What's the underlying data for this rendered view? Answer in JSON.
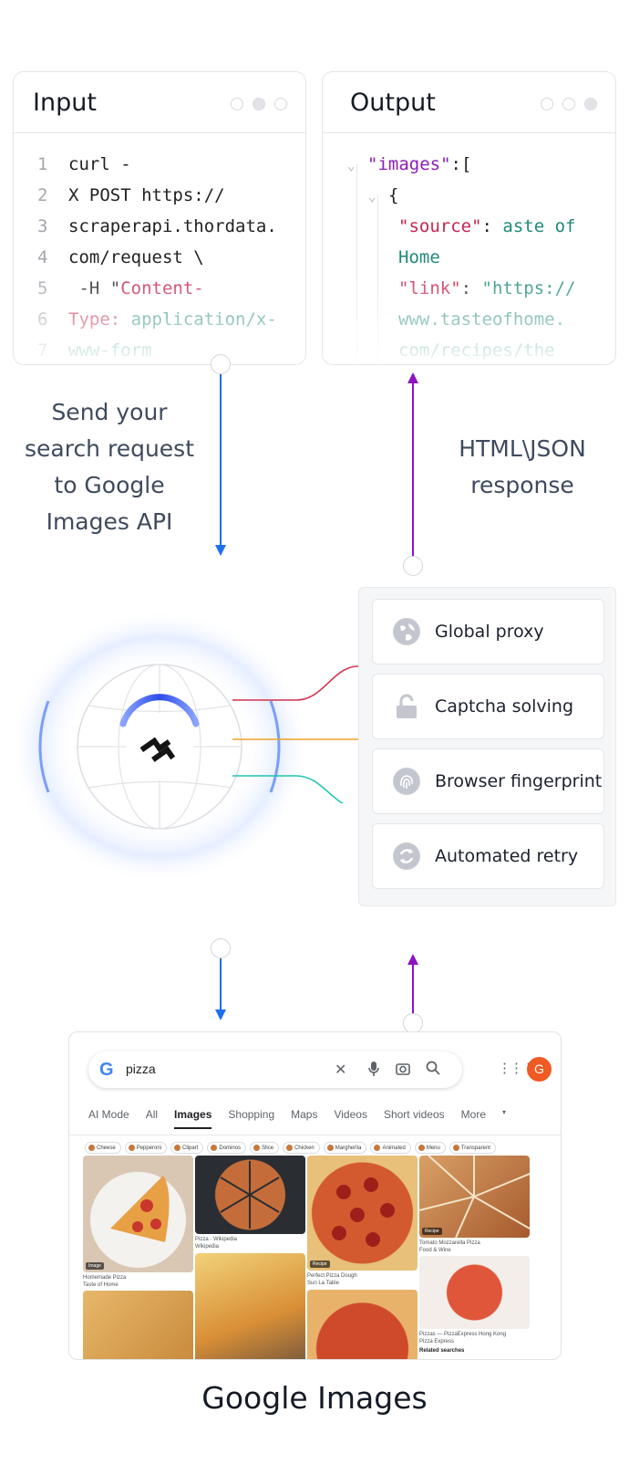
{
  "input_panel": {
    "title": "Input",
    "lines": [
      {
        "n": "1",
        "parts": [
          {
            "t": "curl -",
            "c": "plain"
          }
        ]
      },
      {
        "n": "2",
        "parts": [
          {
            "t": "X POST https://",
            "c": "plain"
          }
        ]
      },
      {
        "n": "3",
        "parts": [
          {
            "t": "scraperapi.thordata.",
            "c": "plain"
          }
        ]
      },
      {
        "n": "4",
        "parts": [
          {
            "t": "com/request \\",
            "c": "plain"
          }
        ]
      },
      {
        "n": "5",
        "parts": [
          {
            "t": " -H \"",
            "c": "plain"
          },
          {
            "t": "Content-",
            "c": "red"
          }
        ]
      },
      {
        "n": "6",
        "parts": [
          {
            "t": "Type: ",
            "c": "red"
          },
          {
            "t": "application/x-",
            "c": "teal"
          }
        ]
      },
      {
        "n": "7",
        "parts": [
          {
            "t": "www-form",
            "c": "teal"
          }
        ]
      }
    ]
  },
  "output_panel": {
    "title": "Output",
    "lines": [
      {
        "indent": 0,
        "chev": true,
        "parts": [
          {
            "t": "\"images\"",
            "c": "purple"
          },
          {
            "t": ":[",
            "c": "plain"
          }
        ]
      },
      {
        "indent": 1,
        "chev": true,
        "parts": [
          {
            "t": "{",
            "c": "plain"
          }
        ]
      },
      {
        "indent": 2,
        "chev": false,
        "parts": [
          {
            "t": "\"source\"",
            "c": "red"
          },
          {
            "t": ": ",
            "c": "plain"
          },
          {
            "t": "aste of",
            "c": "teal"
          }
        ]
      },
      {
        "indent": 2,
        "chev": false,
        "parts": [
          {
            "t": "Home",
            "c": "teal"
          }
        ]
      },
      {
        "indent": 2,
        "chev": false,
        "parts": [
          {
            "t": "\"link\"",
            "c": "red"
          },
          {
            "t": ": ",
            "c": "plain"
          },
          {
            "t": "\"https://",
            "c": "teal"
          }
        ]
      },
      {
        "indent": 2,
        "chev": false,
        "parts": [
          {
            "t": "www.tasteofhome.",
            "c": "teal"
          }
        ]
      },
      {
        "indent": 2,
        "chev": false,
        "parts": [
          {
            "t": "com/recipes/the",
            "c": "teal"
          }
        ]
      }
    ]
  },
  "captions": {
    "request": "Send your search request to Google Images API",
    "response": "HTML\\JSON response"
  },
  "features": [
    {
      "label": "Global proxy",
      "icon": "globe-icon"
    },
    {
      "label": "Captcha solving",
      "icon": "lock-icon"
    },
    {
      "label": "Browser fingerprint",
      "icon": "fingerprint-icon"
    },
    {
      "label": "Automated retry",
      "icon": "refresh-icon"
    }
  ],
  "google": {
    "query": "pizza",
    "avatar_letter": "G",
    "tabs": [
      "AI Mode",
      "All",
      "Images",
      "Shopping",
      "Maps",
      "Videos",
      "Short videos",
      "More"
    ],
    "active_tab": "Images",
    "chips": [
      "Cheese",
      "Pepperoni",
      "Clipart",
      "Dominos",
      "Slice",
      "Chicken",
      "Margherita",
      "Animated",
      "Menu",
      "Transparent"
    ],
    "results": [
      {
        "badge": "Image",
        "caption": "Homemade Pizza",
        "source": "Taste of Home"
      },
      {
        "caption": "Pizza - Wikipedia",
        "source": "Wikipedia"
      },
      {
        "badge": "Recipe",
        "caption": "Perfect Pizza Dough",
        "source": "Sun La Table"
      },
      {
        "badge": "Recipe",
        "caption": "Tomato Mozzarella Pizza",
        "source": "Food & Wine"
      },
      {
        "caption": "Pizzas — PizzaExpress Hong Kong",
        "source": "Pizza Express"
      }
    ],
    "related": "Related searches"
  },
  "footer_title": "Google Images",
  "colors": {
    "request_arrow": "#1e6ff0",
    "response_arrow": "#8e12c2",
    "line_red": "#d6304f",
    "line_orange": "#f0a12a",
    "line_teal": "#1fc6b0"
  }
}
